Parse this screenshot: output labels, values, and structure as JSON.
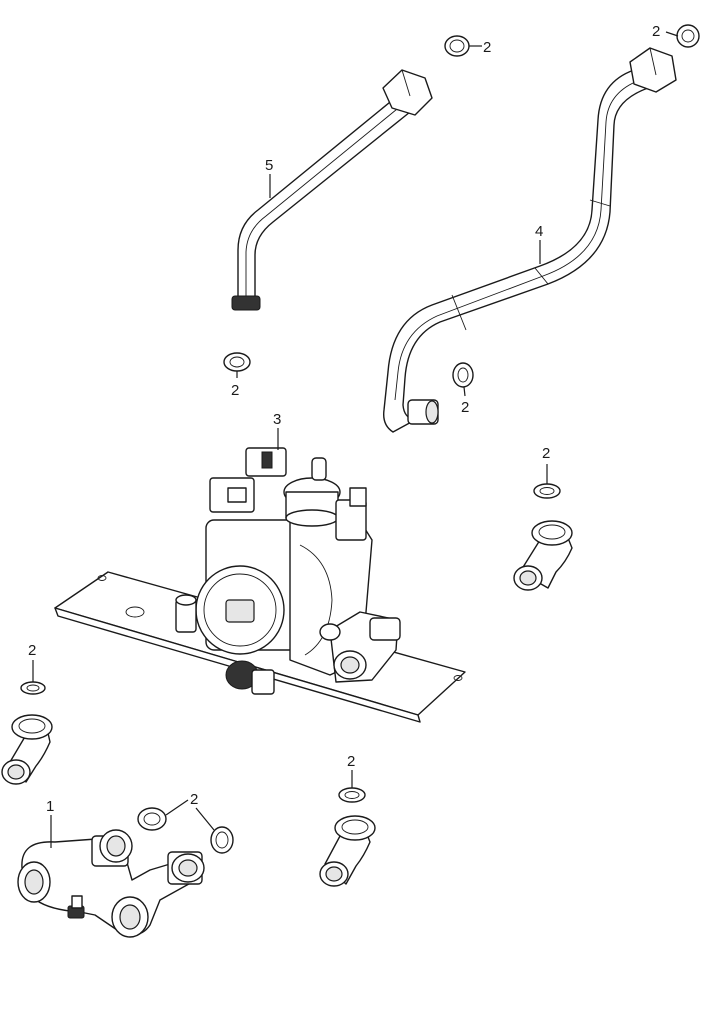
{
  "callouts": {
    "seal_1": "2",
    "seal_2": "2",
    "seal_3": "2",
    "seal_4": "2",
    "seal_5": "2",
    "seal_6": "2",
    "seal_7": "2",
    "seal_8": "2",
    "seal_9": "2",
    "valve_group": "1",
    "pump_unit": "3",
    "return_pipe": "4",
    "flow_pipe": "5"
  }
}
